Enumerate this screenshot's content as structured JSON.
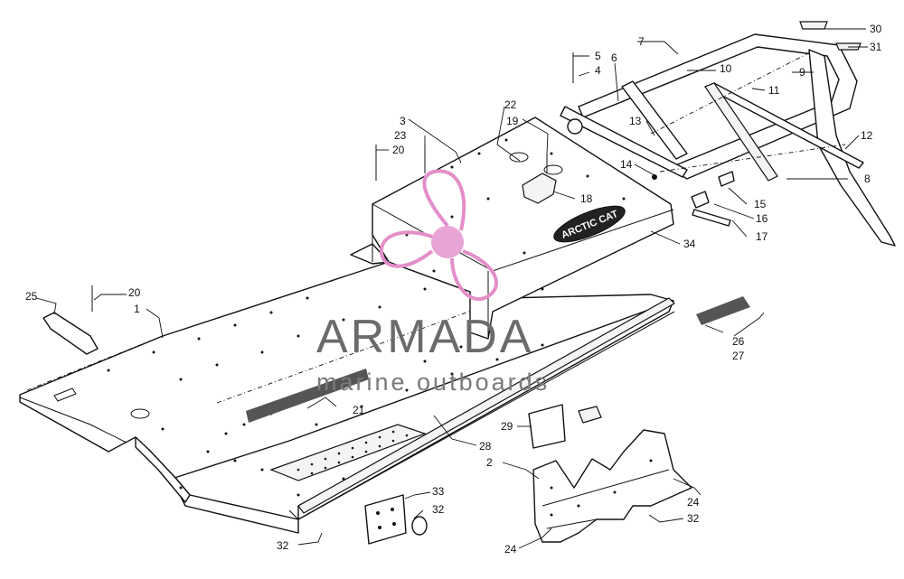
{
  "watermark": {
    "title": "ARMADA",
    "subtitle": "marine outboards",
    "logo_color": "#e38ec9",
    "text_color": "#6b6b6b"
  },
  "decal_text": "ARCTIC CAT",
  "callouts": [
    {
      "id": "c30",
      "label": "30"
    },
    {
      "id": "c31",
      "label": "31"
    },
    {
      "id": "c7",
      "label": "7"
    },
    {
      "id": "c9",
      "label": "9"
    },
    {
      "id": "c5",
      "label": "5"
    },
    {
      "id": "c4",
      "label": "4"
    },
    {
      "id": "c6",
      "label": "6"
    },
    {
      "id": "c10",
      "label": "10"
    },
    {
      "id": "c11",
      "label": "11"
    },
    {
      "id": "c3",
      "label": "3"
    },
    {
      "id": "c22",
      "label": "22"
    },
    {
      "id": "c19",
      "label": "19"
    },
    {
      "id": "c13",
      "label": "13"
    },
    {
      "id": "c23",
      "label": "23"
    },
    {
      "id": "c20a",
      "label": "20"
    },
    {
      "id": "c12",
      "label": "12"
    },
    {
      "id": "c8",
      "label": "8"
    },
    {
      "id": "c14",
      "label": "14"
    },
    {
      "id": "c18",
      "label": "18"
    },
    {
      "id": "c15",
      "label": "15"
    },
    {
      "id": "c16",
      "label": "16"
    },
    {
      "id": "c17",
      "label": "17"
    },
    {
      "id": "c34",
      "label": "34"
    },
    {
      "id": "c25",
      "label": "25"
    },
    {
      "id": "c20b",
      "label": "20"
    },
    {
      "id": "c1",
      "label": "1"
    },
    {
      "id": "c26",
      "label": "26"
    },
    {
      "id": "c27",
      "label": "27"
    },
    {
      "id": "c21",
      "label": "21"
    },
    {
      "id": "c29",
      "label": "29"
    },
    {
      "id": "c28",
      "label": "28"
    },
    {
      "id": "c2",
      "label": "2"
    },
    {
      "id": "c33",
      "label": "33"
    },
    {
      "id": "c32a",
      "label": "32"
    },
    {
      "id": "c24a",
      "label": "24"
    },
    {
      "id": "c32b",
      "label": "32"
    },
    {
      "id": "c32c",
      "label": "32"
    },
    {
      "id": "c24b",
      "label": "24"
    }
  ]
}
